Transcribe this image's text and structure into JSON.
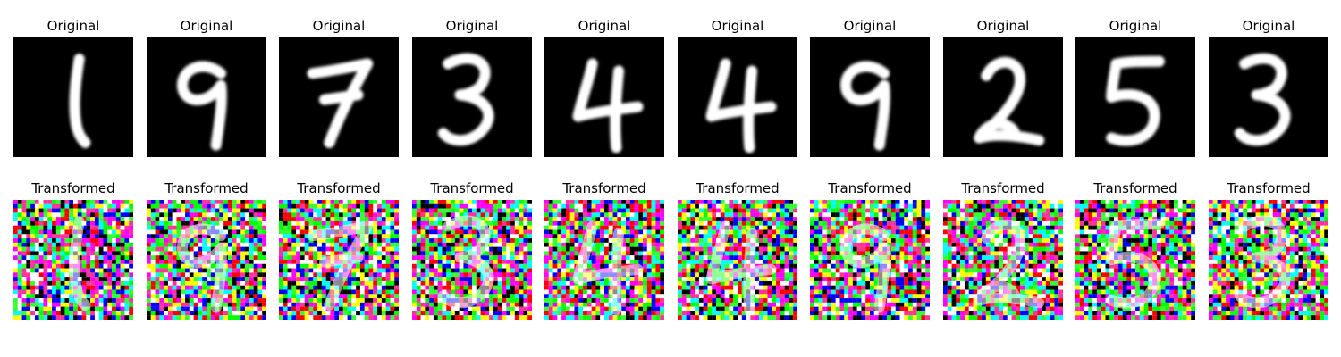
{
  "rows": [
    {
      "label": "Original",
      "panels": [
        {
          "title": "Original",
          "digit": "1"
        },
        {
          "title": "Original",
          "digit": "9"
        },
        {
          "title": "Original",
          "digit": "7"
        },
        {
          "title": "Original",
          "digit": "3"
        },
        {
          "title": "Original",
          "digit": "4"
        },
        {
          "title": "Original",
          "digit": "4"
        },
        {
          "title": "Original",
          "digit": "9"
        },
        {
          "title": "Original",
          "digit": "2"
        },
        {
          "title": "Original",
          "digit": "5"
        },
        {
          "title": "Original",
          "digit": "3"
        }
      ]
    },
    {
      "label": "Transformed",
      "panels": [
        {
          "title": "Transformed",
          "digit": "1"
        },
        {
          "title": "Transformed",
          "digit": "9"
        },
        {
          "title": "Transformed",
          "digit": "7"
        },
        {
          "title": "Transformed",
          "digit": "3"
        },
        {
          "title": "Transformed",
          "digit": "4"
        },
        {
          "title": "Transformed",
          "digit": "4"
        },
        {
          "title": "Transformed",
          "digit": "9"
        },
        {
          "title": "Transformed",
          "digit": "2"
        },
        {
          "title": "Transformed",
          "digit": "5"
        },
        {
          "title": "Transformed",
          "digit": "3"
        }
      ]
    }
  ],
  "colors": {
    "background": "#ffffff",
    "original_bg": "#000000",
    "original_stroke": "#ffffff",
    "noise_palette": [
      "#ff00ff",
      "#00ff00",
      "#00ffff",
      "#ff0000",
      "#0000ff",
      "#ffff00",
      "#ffffff",
      "#000000",
      "#ff3399",
      "#33ff33"
    ]
  }
}
